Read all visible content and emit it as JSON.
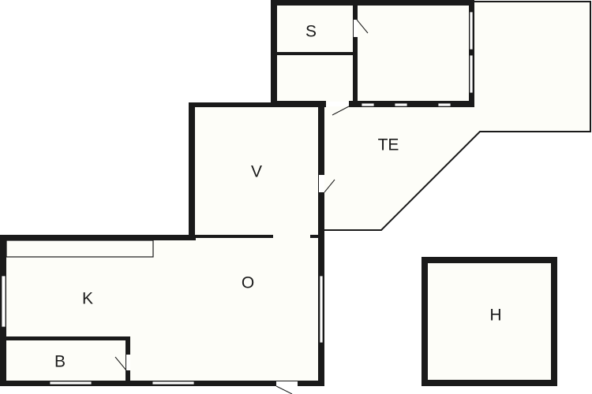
{
  "floorplan": {
    "rooms": [
      {
        "id": "S",
        "label": "S"
      },
      {
        "id": "TE",
        "label": "TE"
      },
      {
        "id": "V",
        "label": "V"
      },
      {
        "id": "K",
        "label": "K"
      },
      {
        "id": "O",
        "label": "O"
      },
      {
        "id": "B",
        "label": "B"
      },
      {
        "id": "H",
        "label": "H"
      }
    ],
    "colors": {
      "wall": "#1a1a1a",
      "floor": "#fdfdf8",
      "background": "#ffffff"
    }
  }
}
